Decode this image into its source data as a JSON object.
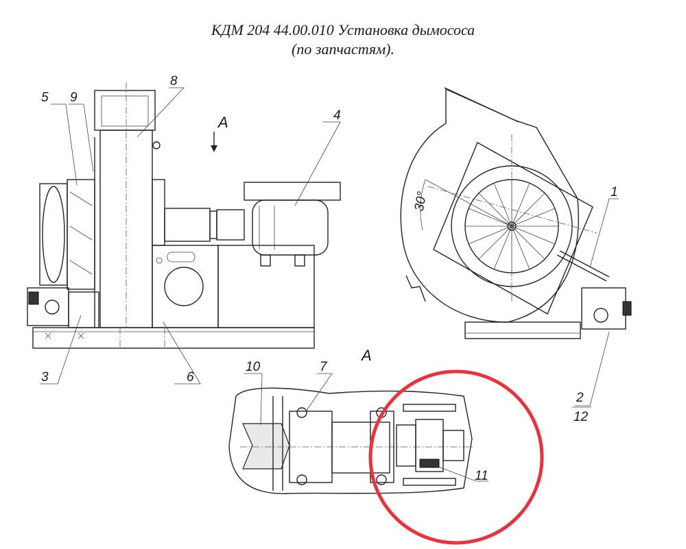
{
  "title": {
    "line1": "КДМ 204 44.00.010 Установка дымососа",
    "line2": "(по запчастям)."
  },
  "view_label": "A",
  "section_label": "A",
  "angle_label": "30°",
  "part_labels": {
    "p1": "1",
    "p2": "2",
    "p3": "3",
    "p4": "4",
    "p5": "5",
    "p6": "6",
    "p7": "7",
    "p8": "8",
    "p9": "9",
    "p10": "10",
    "p11": "11",
    "p12": "12"
  },
  "highlight_color": "#e8323c"
}
